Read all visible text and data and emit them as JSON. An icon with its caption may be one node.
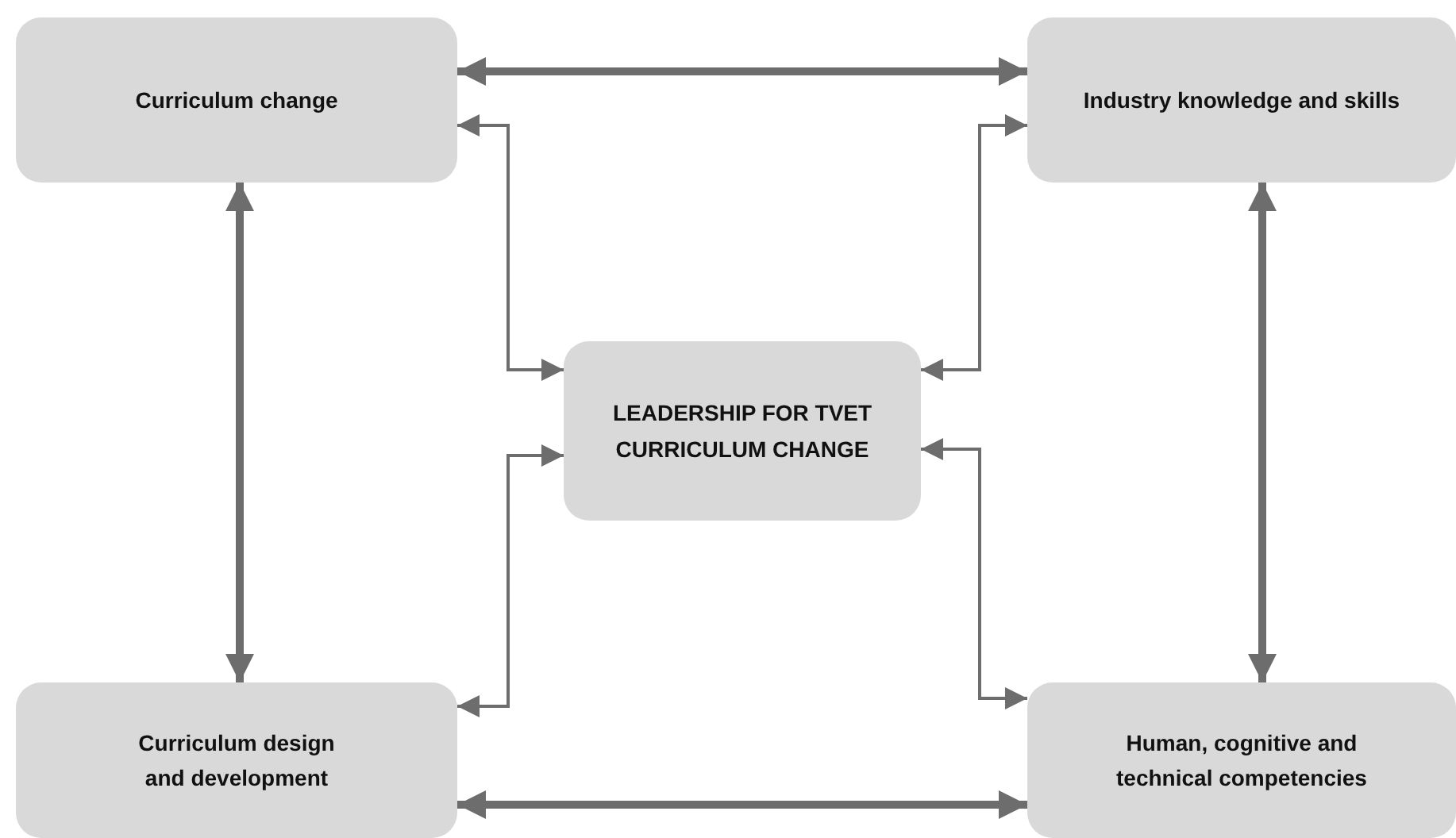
{
  "diagram": {
    "nodes": [
      {
        "text": [
          "Curriculum change"
        ]
      },
      {
        "text": [
          "Industry knowledge and skills"
        ]
      },
      {
        "text": [
          "LEADERSHIP FOR TVET CURRICULUM CHANGE"
        ]
      },
      {
        "text": [
          "Curriculum design and development"
        ]
      },
      {
        "text": [
          "Human, cognitive and technical competencies"
        ]
      }
    ],
    "edges": [
      {
        "from": 0,
        "to": 1,
        "arrow": "both",
        "style": "thick"
      },
      {
        "from": 2,
        "to": 0,
        "arrow": "both"
      },
      {
        "from": 2,
        "to": 1,
        "arrow": "both"
      },
      {
        "from": 0,
        "to": 3,
        "arrow": "both",
        "style": "thick"
      },
      {
        "from": 1,
        "to": 4,
        "arrow": "both",
        "style": "thick"
      },
      {
        "from": 2,
        "to": 3,
        "arrow": "both"
      },
      {
        "from": 2,
        "to": 4,
        "arrow": "both"
      },
      {
        "from": 3,
        "to": 4,
        "arrow": "both",
        "style": "thick"
      }
    ]
  }
}
